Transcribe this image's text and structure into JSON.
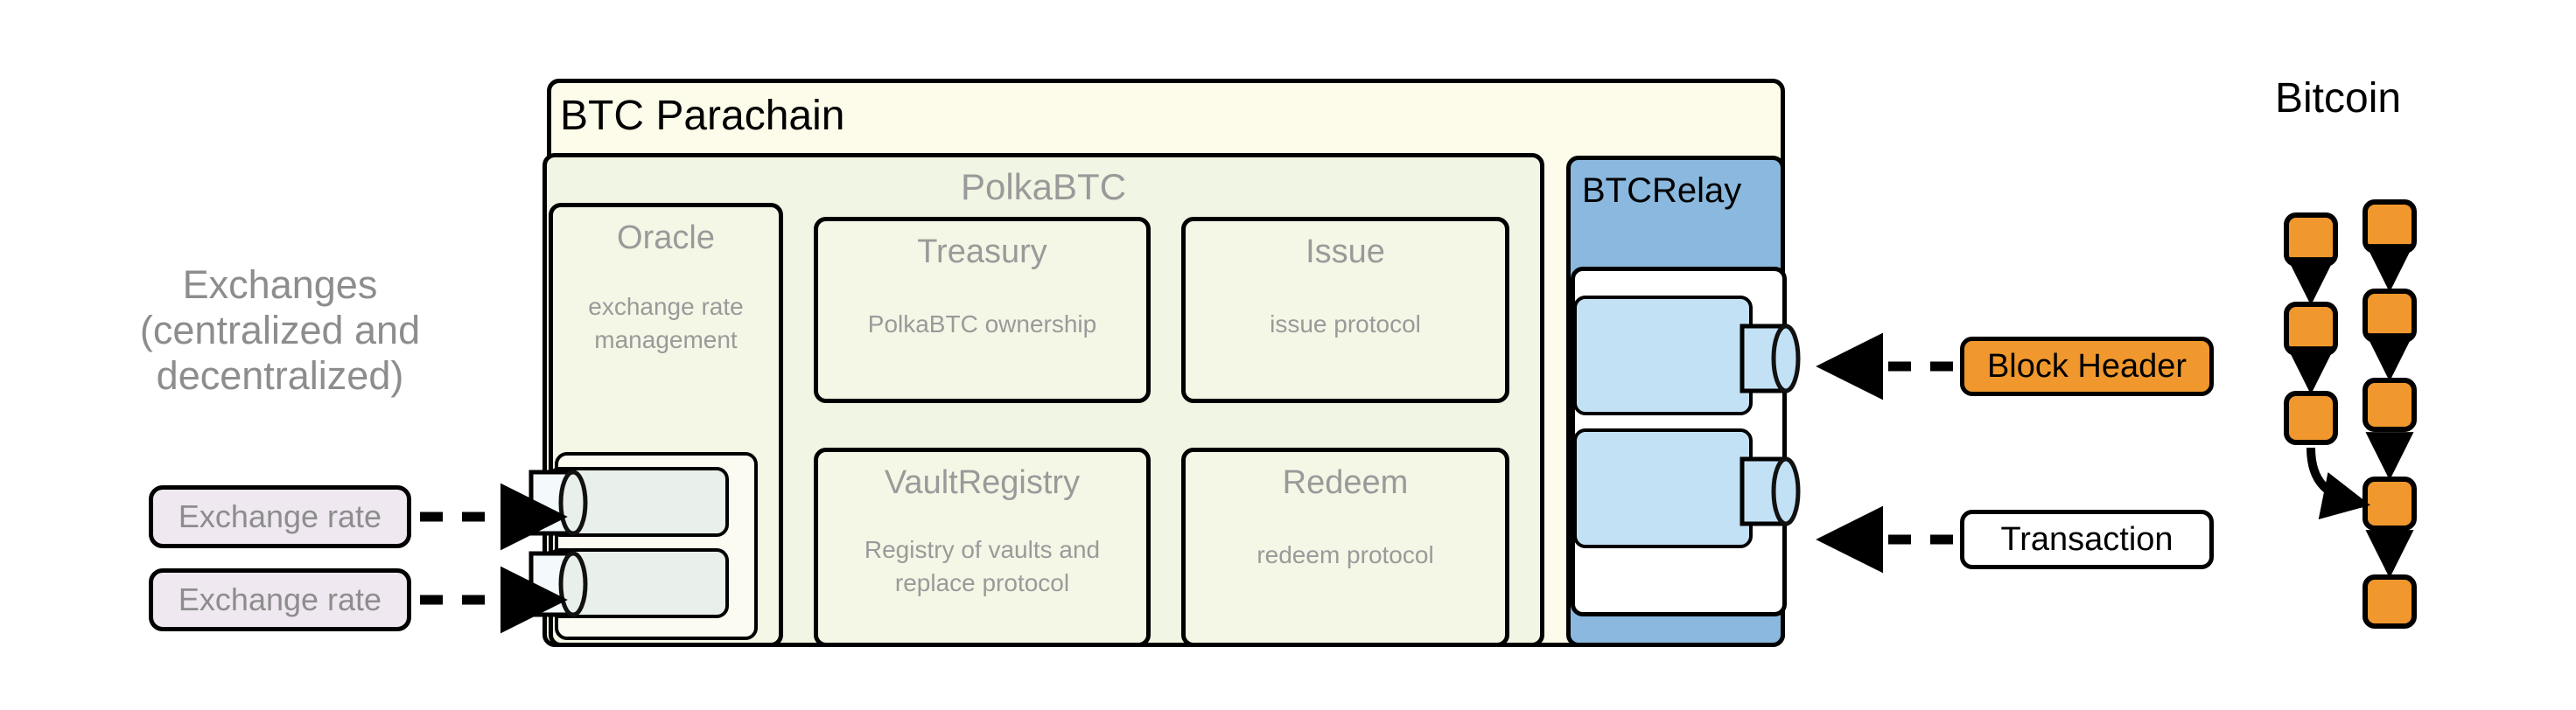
{
  "diagram": {
    "title": "PolkaBTC / BTC Parachain architecture",
    "colors": {
      "parachain_bg": "#FDFBEA",
      "polkabtc_bg": "#F1F5E3",
      "module_bg": "#F4F7E6",
      "btcrelay_bg": "#8AB8DE",
      "relay_port_bg": "#C3E1F5",
      "oracle_port_bg": "#E9EFEA",
      "exchange_pill_bg": "#EFE8F0",
      "bitcoin_orange": "#F0982D",
      "muted_text": "#9A9A9A",
      "stroke": "#000000"
    }
  },
  "exchanges": {
    "label": "Exchanges\n(centralized and\ndecentralized)",
    "pills": [
      {
        "label": "Exchange rate"
      },
      {
        "label": "Exchange rate"
      }
    ]
  },
  "parachain": {
    "title": "BTC Parachain",
    "polkabtc": {
      "title": "PolkaBTC",
      "oracle": {
        "title": "Oracle",
        "subtitle": "exchange rate\nmanagement",
        "ports": [
          {
            "name": "exchange-rate-port-1"
          },
          {
            "name": "exchange-rate-port-2"
          }
        ]
      },
      "modules": [
        {
          "title": "Treasury",
          "subtitle": "PolkaBTC ownership"
        },
        {
          "title": "Issue",
          "subtitle": "issue protocol"
        },
        {
          "title": "VaultRegistry",
          "subtitle": "Registry of vaults and\nreplace protocol"
        },
        {
          "title": "Redeem",
          "subtitle": "redeem protocol"
        }
      ]
    },
    "btcrelay": {
      "title": "BTCRelay",
      "ports": [
        {
          "name": "block-header-port"
        },
        {
          "name": "transaction-port"
        }
      ]
    }
  },
  "bitcoin": {
    "title": "Bitcoin",
    "inputs": [
      {
        "label": "Block Header",
        "style": "orange"
      },
      {
        "label": "Transaction",
        "style": "white"
      }
    ],
    "chain": {
      "fork_branch_blocks": 3,
      "main_branch_blocks": 5,
      "fork_joins_main_at_index": 3
    }
  }
}
